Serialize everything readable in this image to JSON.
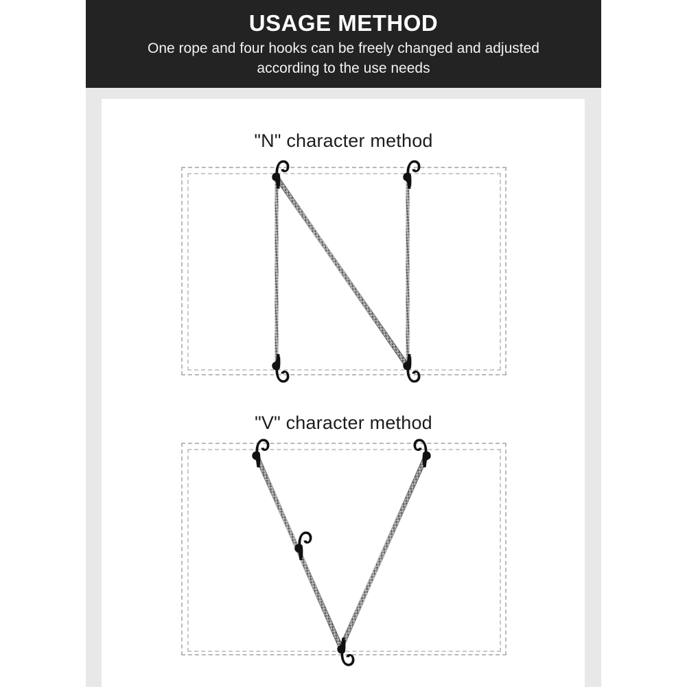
{
  "header": {
    "title": "USAGE METHOD",
    "subtitle": "One rope and four hooks can be freely changed and adjusted according to the use needs",
    "background_color": "#232323",
    "text_color": "#ffffff"
  },
  "page": {
    "background_color": "#ffffff",
    "frame_color": "#e8e8e8",
    "card_color": "#ffffff"
  },
  "sections": [
    {
      "id": "n-method",
      "title": "\"N\" character method",
      "hook_count": 4,
      "hooks": [
        {
          "name": "hook-top-left",
          "orientation": "up"
        },
        {
          "name": "hook-top-right",
          "orientation": "up"
        },
        {
          "name": "hook-bottom-left",
          "orientation": "down"
        },
        {
          "name": "hook-bottom-right",
          "orientation": "down"
        }
      ],
      "rope_path": "top-left -> bottom-left -> top-right(diagonal) -> bottom-right",
      "boundary": "dashed rectangle, double outline"
    },
    {
      "id": "v-method",
      "title": "\"V\" character method",
      "hook_count": 4,
      "hooks": [
        {
          "name": "hook-top-left",
          "orientation": "up"
        },
        {
          "name": "hook-top-right",
          "orientation": "up-mirrored"
        },
        {
          "name": "hook-middle",
          "orientation": "up"
        },
        {
          "name": "hook-bottom",
          "orientation": "down"
        }
      ],
      "rope_path": "top-left -> bottom-center -> top-right (V shape)",
      "boundary": "dashed rectangle, double outline"
    }
  ],
  "style": {
    "dashed_border_color": "#b9b9b9",
    "rope_color": "#8a8a8a",
    "hook_color": "#111111",
    "title_color": "#1c1c1c"
  }
}
